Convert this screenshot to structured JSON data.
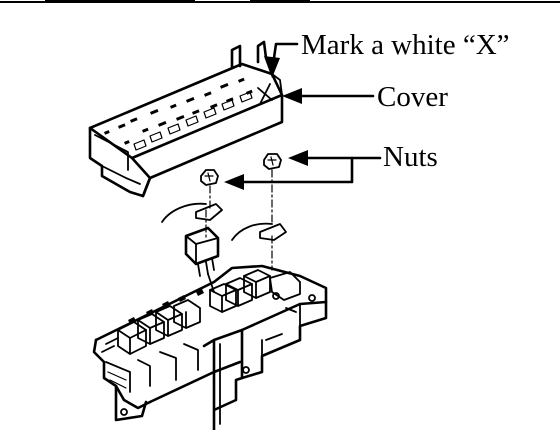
{
  "labels": {
    "mark": "Mark a white “X”",
    "cover": "Cover",
    "nuts": "Nuts"
  }
}
